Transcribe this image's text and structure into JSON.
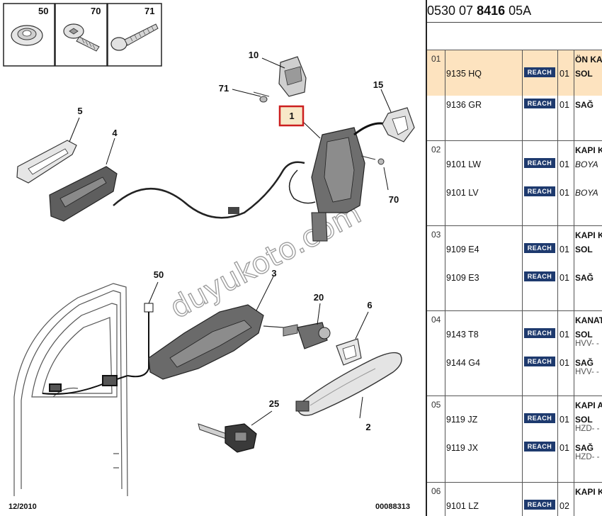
{
  "diagram": {
    "part_labels": [
      {
        "id": "1",
        "label": "1"
      },
      {
        "id": "2",
        "label": "2"
      },
      {
        "id": "3",
        "label": "3"
      },
      {
        "id": "4",
        "label": "4"
      },
      {
        "id": "5",
        "label": "5"
      },
      {
        "id": "6",
        "label": "6"
      },
      {
        "id": "10",
        "label": "10"
      },
      {
        "id": "15",
        "label": "15"
      },
      {
        "id": "20",
        "label": "20"
      },
      {
        "id": "25",
        "label": "25"
      },
      {
        "id": "50",
        "label": "50"
      },
      {
        "id": "70",
        "label": "70"
      },
      {
        "id": "71",
        "label": "71"
      }
    ],
    "inset_labels": [
      "50",
      "70",
      "71"
    ],
    "watermark": "duyukoto.com",
    "date": "12/2010",
    "diagram_code": "00088313",
    "highlight_color": "#cc1f1f"
  },
  "parts_list": {
    "ref_prefix": "0530 07",
    "ref_bold": "8416",
    "ref_suffix": "05A",
    "badge_label": "REACH",
    "badge_color": "#1e3a6e",
    "highlight_color": "#fde3bf",
    "groups": [
      {
        "num": "01",
        "title": "ÖN KA",
        "rows": [
          {
            "pn": "9135 HQ",
            "qty": "01",
            "desc": "SOL",
            "sub": ""
          },
          {
            "pn": "9136 GR",
            "qty": "01",
            "desc": "SAĞ",
            "sub": ""
          }
        ]
      },
      {
        "num": "02",
        "title": "KAPI K",
        "rows": [
          {
            "pn": "9101 LW",
            "qty": "01",
            "desc": "BOYA",
            "sub": ""
          },
          {
            "pn": "9101 LV",
            "qty": "01",
            "desc": "BOYA",
            "sub": ""
          }
        ]
      },
      {
        "num": "03",
        "title": "KAPI K",
        "rows": [
          {
            "pn": "9109 E4",
            "qty": "01",
            "desc": "SOL",
            "sub": ""
          },
          {
            "pn": "9109 E3",
            "qty": "01",
            "desc": "SAĞ",
            "sub": ""
          }
        ]
      },
      {
        "num": "04",
        "title": "KANAT",
        "rows": [
          {
            "pn": "9143 T8",
            "qty": "01",
            "desc": "SOL",
            "sub": "HVV- -"
          },
          {
            "pn": "9144 G4",
            "qty": "01",
            "desc": "SAĞ",
            "sub": "HVV- -"
          }
        ]
      },
      {
        "num": "05",
        "title": "KAPI A",
        "rows": [
          {
            "pn": "9119 JZ",
            "qty": "01",
            "desc": "SOL",
            "sub": "HZD- -"
          },
          {
            "pn": "9119 JX",
            "qty": "01",
            "desc": "SAĞ",
            "sub": "HZD- -"
          }
        ]
      },
      {
        "num": "06",
        "title": "KAPI K",
        "rows": [
          {
            "pn": "9101 LZ",
            "qty": "02",
            "desc": "",
            "sub": ""
          }
        ]
      }
    ]
  }
}
